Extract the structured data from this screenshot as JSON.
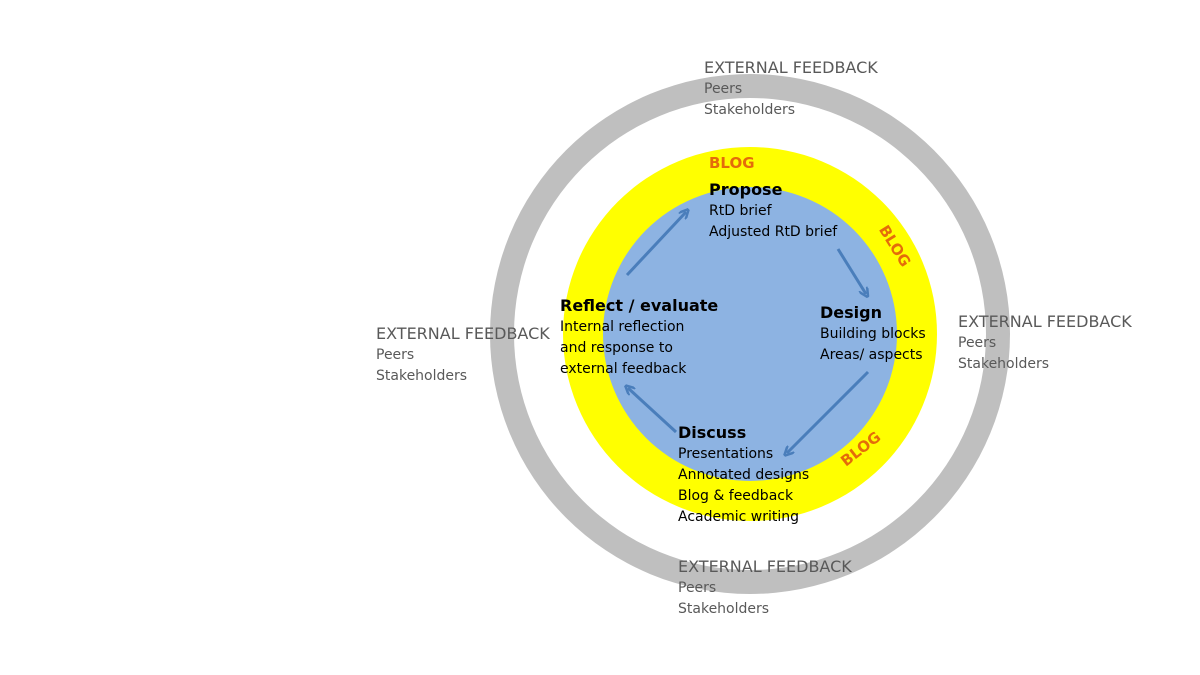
{
  "colors": {
    "outer_ring": "#bfbfbf",
    "gap_ring": "#ffffff",
    "blog_ring": "#ffff00",
    "inner_circle": "#8db3e2",
    "arrow": "#4a7ebb",
    "blog_text": "#e46c0a",
    "external_text": "#595959"
  },
  "external_feedback": [
    {
      "title": "EXTERNAL FEEDBACK",
      "items": [
        "Peers",
        "Stakeholders"
      ]
    },
    {
      "title": "EXTERNAL FEEDBACK",
      "items": [
        "Peers",
        "Stakeholders"
      ]
    },
    {
      "title": "EXTERNAL FEEDBACK",
      "items": [
        "Peers",
        "Stakeholders"
      ]
    },
    {
      "title": "EXTERNAL FEEDBACK",
      "items": [
        "Peers",
        "Stakeholders"
      ]
    }
  ],
  "blog_labels": [
    "BLOG",
    "BLOG",
    "BLOG"
  ],
  "steps": {
    "propose": {
      "title": "Propose",
      "items": [
        "RtD brief",
        "Adjusted RtD brief"
      ]
    },
    "design": {
      "title": "Design",
      "items": [
        "Building blocks",
        "Areas/ aspects"
      ]
    },
    "discuss": {
      "title": "Discuss",
      "items": [
        "Presentations",
        "Annotated designs",
        "Blog & feedback",
        "Academic writing"
      ]
    },
    "reflect": {
      "title": "Reflect / evaluate",
      "items": [
        "Internal reflection",
        "and response to",
        "external feedback"
      ]
    }
  }
}
